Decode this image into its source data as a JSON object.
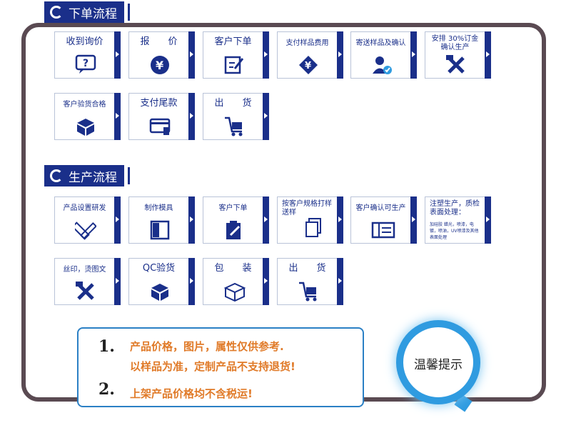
{
  "order_section": {
    "title": "下单流程"
  },
  "order_steps": [
    {
      "label": "收到询价",
      "icon": "question-bubble-icon"
    },
    {
      "label": "报　　价",
      "icon": "yen-coin-icon"
    },
    {
      "label": "客户下单",
      "icon": "edit-note-icon"
    },
    {
      "label": "支付样品费用",
      "icon": "yen-diamond-icon"
    },
    {
      "label": "寄送样品及确认",
      "icon": "user-check-icon"
    },
    {
      "label": "安排 30%订金 确认生产",
      "icon": "tools-icon"
    },
    {
      "label": "客户验货合格",
      "icon": "box-icon"
    },
    {
      "label": "支付尾款",
      "icon": "card-icon"
    },
    {
      "label": "出　　货",
      "icon": "cart-icon"
    }
  ],
  "production_section": {
    "title": "生产流程"
  },
  "production_steps": [
    {
      "label": "产品设置研发",
      "icon": "ruler-pencil-icon"
    },
    {
      "label": "制作模具",
      "icon": "mold-icon"
    },
    {
      "label": "客户下单",
      "icon": "clipboard-pen-icon"
    },
    {
      "label": "按客户规格打样 送样",
      "icon": "documents-icon"
    },
    {
      "label": "客户确认可生产",
      "icon": "panel-icon"
    },
    {
      "label": "注塑生产，质检 表面处理：",
      "detail": "加硅胶 蜡光，喷漆，电镀，喷油，UV喷漆及其他表面处理",
      "icon": "none"
    },
    {
      "label": "丝印，烫图文",
      "icon": "tools-icon"
    },
    {
      "label": "QC验货",
      "icon": "box-icon"
    },
    {
      "label": "包　　装",
      "icon": "package-icon"
    },
    {
      "label": "出　　货",
      "icon": "cart-icon"
    }
  ],
  "notice": {
    "n1": "1.",
    "line1": "产品价格，图片，属性仅供参考.",
    "line2": "以样品为准，定制产品不支持退货!",
    "n2": "2.",
    "line3": "上架产品价格均不含税运!"
  },
  "tip_badge": "温馨提示"
}
